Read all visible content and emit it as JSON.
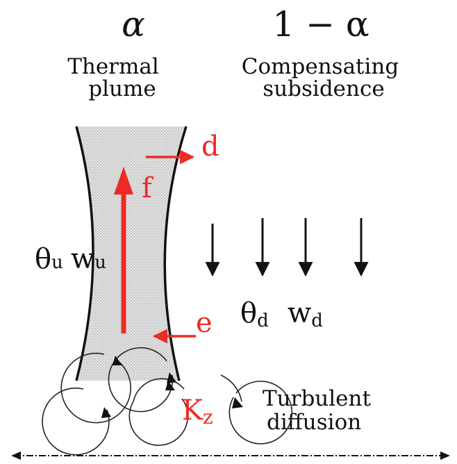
{
  "header": {
    "plume_fraction": "α",
    "subsidence_fraction": "1 − α",
    "plume_label_line1": "Thermal",
    "plume_label_line2": "plume",
    "subsidence_label_line1": "Compensating",
    "subsidence_label_line2": "subsidence"
  },
  "plume": {
    "theta_symbol": "θ",
    "theta_sub": "u",
    "w_symbol": "w",
    "w_sub": "u",
    "flux_label": "f",
    "detrainment_label": "d",
    "entrainment_label": "e"
  },
  "environment": {
    "theta_symbol": "θ",
    "theta_sub": "d",
    "w_symbol": "w",
    "w_sub": "d"
  },
  "turbulence": {
    "k_symbol": "K",
    "k_sub": "z",
    "label_line1": "Turbulent",
    "label_line2": "diffusion"
  },
  "colors": {
    "accent_red": "#ee2a24",
    "ink": "#111111",
    "plume_fill": "#d9d9d9"
  }
}
